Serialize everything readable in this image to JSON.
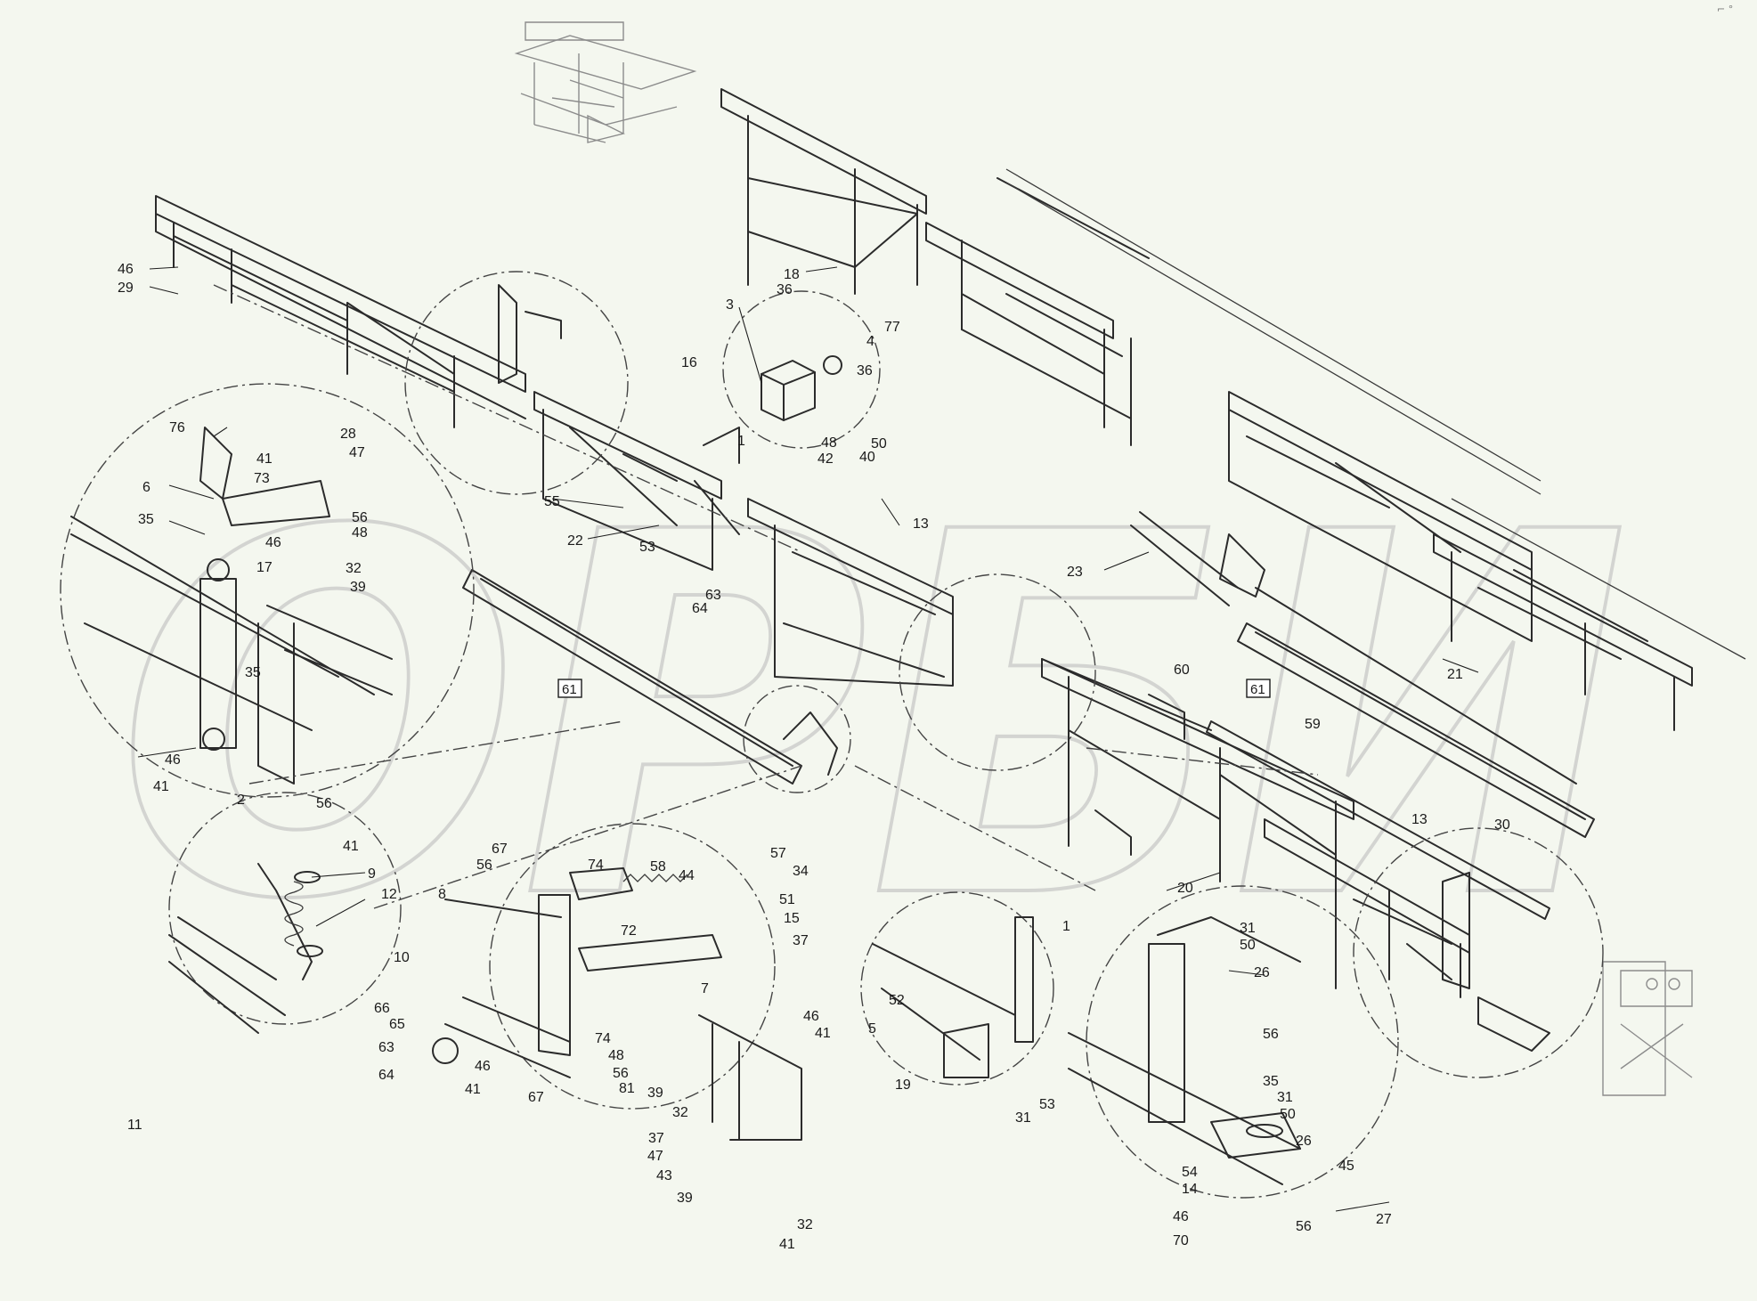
{
  "watermark": {
    "text": "ОРБИ"
  },
  "sheet_number": "11",
  "callouts": [
    {
      "id": "c1",
      "text": "46"
    },
    {
      "id": "c2",
      "text": "29"
    },
    {
      "id": "c3",
      "text": "18"
    },
    {
      "id": "c4",
      "text": "3"
    },
    {
      "id": "c5",
      "text": "36"
    },
    {
      "id": "c6",
      "text": "4"
    },
    {
      "id": "c7",
      "text": "77"
    },
    {
      "id": "c8",
      "text": "16"
    },
    {
      "id": "c9",
      "text": "36"
    },
    {
      "id": "c10",
      "text": "48"
    },
    {
      "id": "c11",
      "text": "50"
    },
    {
      "id": "c12",
      "text": "42"
    },
    {
      "id": "c13",
      "text": "40"
    },
    {
      "id": "c14",
      "text": "76"
    },
    {
      "id": "c15",
      "text": "28"
    },
    {
      "id": "c16",
      "text": "47"
    },
    {
      "id": "c17",
      "text": "41"
    },
    {
      "id": "c18",
      "text": "73"
    },
    {
      "id": "c19",
      "text": "6"
    },
    {
      "id": "c20",
      "text": "56"
    },
    {
      "id": "c21",
      "text": "48"
    },
    {
      "id": "c22",
      "text": "35"
    },
    {
      "id": "c23",
      "text": "46"
    },
    {
      "id": "c24",
      "text": "17"
    },
    {
      "id": "c25",
      "text": "32"
    },
    {
      "id": "c26",
      "text": "39"
    },
    {
      "id": "c27",
      "text": "35"
    },
    {
      "id": "c28",
      "text": "46"
    },
    {
      "id": "c29",
      "text": "41"
    },
    {
      "id": "c30",
      "text": "2"
    },
    {
      "id": "c31",
      "text": "56"
    },
    {
      "id": "c32",
      "text": "1"
    },
    {
      "id": "c33",
      "text": "55"
    },
    {
      "id": "c34",
      "text": "22"
    },
    {
      "id": "c35",
      "text": "53"
    },
    {
      "id": "c36",
      "text": "13"
    },
    {
      "id": "c37",
      "text": "63"
    },
    {
      "id": "c38",
      "text": "64"
    },
    {
      "id": "c39",
      "text": "23"
    },
    {
      "id": "c40",
      "text": "21"
    },
    {
      "id": "c41",
      "text": "60"
    },
    {
      "id": "c42",
      "text": "59"
    },
    {
      "id": "c43",
      "text": "13"
    },
    {
      "id": "c44",
      "text": "30"
    },
    {
      "id": "c45",
      "text": "20"
    },
    {
      "id": "c46",
      "text": "41"
    },
    {
      "id": "c47",
      "text": "9"
    },
    {
      "id": "c48",
      "text": "12"
    },
    {
      "id": "c49",
      "text": "10"
    },
    {
      "id": "c50",
      "text": "67"
    },
    {
      "id": "c51",
      "text": "56"
    },
    {
      "id": "c52",
      "text": "8"
    },
    {
      "id": "c53",
      "text": "74"
    },
    {
      "id": "c54",
      "text": "58"
    },
    {
      "id": "c55",
      "text": "44"
    },
    {
      "id": "c56",
      "text": "57"
    },
    {
      "id": "c57",
      "text": "34"
    },
    {
      "id": "c58",
      "text": "51"
    },
    {
      "id": "c59",
      "text": "15"
    },
    {
      "id": "c60",
      "text": "72"
    },
    {
      "id": "c61",
      "text": "37"
    },
    {
      "id": "c62",
      "text": "7"
    },
    {
      "id": "c63",
      "text": "46"
    },
    {
      "id": "c64",
      "text": "41"
    },
    {
      "id": "c65",
      "text": "66"
    },
    {
      "id": "c66",
      "text": "65"
    },
    {
      "id": "c67",
      "text": "63"
    },
    {
      "id": "c68",
      "text": "64"
    },
    {
      "id": "c69",
      "text": "46"
    },
    {
      "id": "c70",
      "text": "41"
    },
    {
      "id": "c71",
      "text": "67"
    },
    {
      "id": "c72",
      "text": "74"
    },
    {
      "id": "c73",
      "text": "48"
    },
    {
      "id": "c74",
      "text": "56"
    },
    {
      "id": "c75",
      "text": "81"
    },
    {
      "id": "c76",
      "text": "39"
    },
    {
      "id": "c77",
      "text": "32"
    },
    {
      "id": "c78",
      "text": "37"
    },
    {
      "id": "c79",
      "text": "47"
    },
    {
      "id": "c80",
      "text": "43"
    },
    {
      "id": "c81",
      "text": "39"
    },
    {
      "id": "c82",
      "text": "32"
    },
    {
      "id": "c83",
      "text": "41"
    },
    {
      "id": "c84",
      "text": "1"
    },
    {
      "id": "c85",
      "text": "52"
    },
    {
      "id": "c86",
      "text": "5"
    },
    {
      "id": "c87",
      "text": "19"
    },
    {
      "id": "c88",
      "text": "31"
    },
    {
      "id": "c89",
      "text": "53"
    },
    {
      "id": "c90",
      "text": "31"
    },
    {
      "id": "c91",
      "text": "50"
    },
    {
      "id": "c92",
      "text": "26"
    },
    {
      "id": "c93",
      "text": "56"
    },
    {
      "id": "c94",
      "text": "35"
    },
    {
      "id": "c95",
      "text": "31"
    },
    {
      "id": "c96",
      "text": "50"
    },
    {
      "id": "c97",
      "text": "26"
    },
    {
      "id": "c98",
      "text": "45"
    },
    {
      "id": "c99",
      "text": "54"
    },
    {
      "id": "c100",
      "text": "14"
    },
    {
      "id": "c101",
      "text": "46"
    },
    {
      "id": "c102",
      "text": "70"
    },
    {
      "id": "c103",
      "text": "56"
    },
    {
      "id": "c104",
      "text": "27"
    }
  ],
  "boxed_callouts": [
    {
      "id": "b1",
      "text": "61"
    },
    {
      "id": "b2",
      "text": "61"
    }
  ],
  "corner_mark": "⌐ °"
}
